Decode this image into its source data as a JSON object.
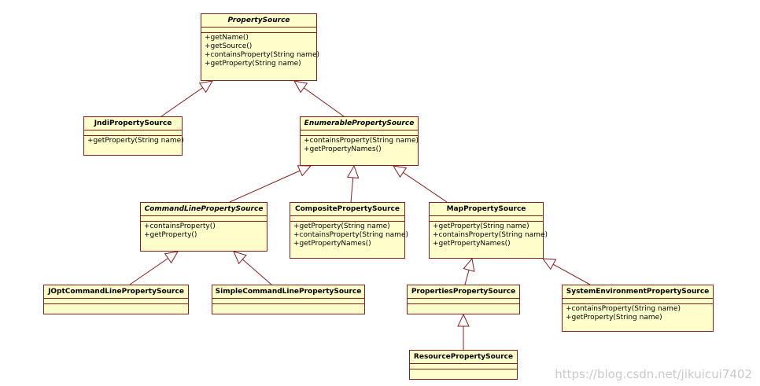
{
  "classes": {
    "property_source": {
      "name": "PropertySource",
      "ops": [
        "+getName()",
        "+getSource()",
        "+containsProperty(String name)",
        "+getProperty(String name)"
      ]
    },
    "jndi_property_source": {
      "name": "JndiPropertySource",
      "ops": [
        "+getProperty(String name)"
      ]
    },
    "enumerable_property_source": {
      "name": "EnumerablePropertySource",
      "ops": [
        "+containsProperty(String name)",
        "+getPropertyNames()"
      ]
    },
    "command_line_property_source": {
      "name": "CommandLinePropertySource",
      "ops": [
        "+containsProperty()",
        "+getProperty()"
      ]
    },
    "composite_property_source": {
      "name": "CompositePropertySource",
      "ops": [
        "+getProperty(String name)",
        "+containsProperty(String name)",
        "+getPropertyNames()"
      ]
    },
    "map_property_source": {
      "name": "MapPropertySource",
      "ops": [
        "+getProperty(String name)",
        "+containsProperty(String name)",
        "+getPropertyNames()"
      ]
    },
    "jopt_command_line_property_source": {
      "name": "JOptCommandLinePropertySource",
      "ops": []
    },
    "simple_command_line_property_source": {
      "name": "SimpleCommandLinePropertySource",
      "ops": []
    },
    "properties_property_source": {
      "name": "PropertiesPropertySource",
      "ops": []
    },
    "system_environment_property_source": {
      "name": "SystemEnvironmentPropertySource",
      "ops": [
        "+containsProperty(String name)",
        "+getProperty(String name)"
      ]
    },
    "resource_property_source": {
      "name": "ResourcePropertySource",
      "ops": []
    }
  },
  "watermark": "https://blog.csdn.net/jikuicui7402",
  "colors": {
    "class_fill": "#ffffcc",
    "class_border": "#7f2020",
    "line": "#7f2020",
    "background": "#ffffff"
  }
}
